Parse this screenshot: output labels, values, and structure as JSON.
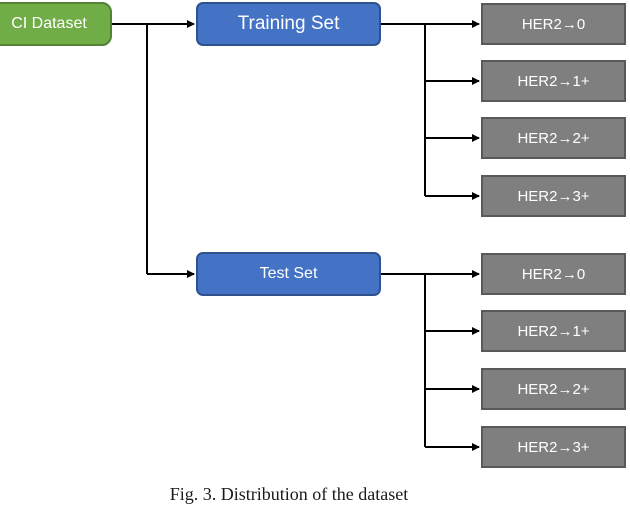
{
  "diagram": {
    "root": {
      "label": "CI Dataset"
    },
    "training": {
      "label": "Training Set",
      "classes": [
        "HER2→0",
        "HER2→1+",
        "HER2→2+",
        "HER2→3+"
      ]
    },
    "test": {
      "label": "Test Set",
      "classes": [
        "HER2→0",
        "HER2→1+",
        "HER2→2+",
        "HER2→3+"
      ]
    },
    "colors": {
      "root_fill": "#70ad47",
      "split_fill": "#4472c4",
      "leaf_fill": "#7f7f7f",
      "connector": "#000000"
    }
  },
  "caption": "Fig. 3.  Distribution of the dataset"
}
